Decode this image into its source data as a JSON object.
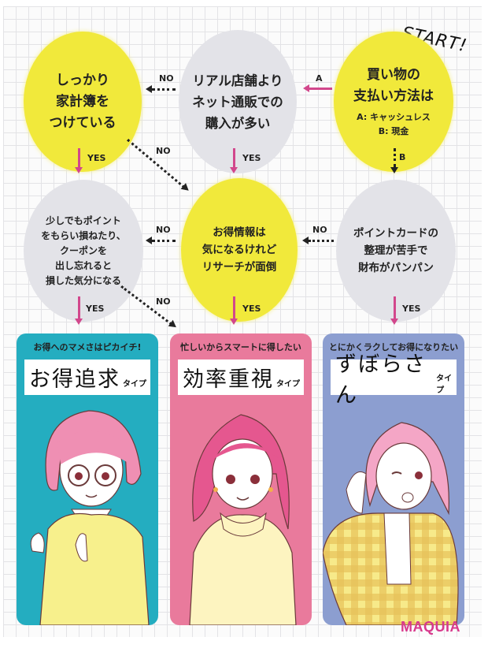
{
  "start_label": "START!",
  "colors": {
    "yellow": "#f1e93b",
    "gray": "#e3e3e8",
    "pink_arrow": "#d2478c",
    "card_teal": "#24adc0",
    "card_pink": "#e97a9c",
    "card_blue": "#8c9ed0",
    "logo": "#d8398c"
  },
  "nodes": {
    "start": {
      "lines": [
        "買い物の",
        "支払い方法は"
      ],
      "option_a": "A: キャッシュレス",
      "option_b": "B: 現金"
    },
    "online": {
      "lines": [
        "リアル店舗より",
        "ネット通販での",
        "購入が多い"
      ]
    },
    "budget": {
      "lines": [
        "しっかり",
        "家計簿を",
        "つけている"
      ]
    },
    "points_loss": {
      "lines": [
        "少しでもポイント",
        "をもらい損ねたり、",
        "クーポンを",
        "出し忘れると",
        "損した気分になる"
      ]
    },
    "research": {
      "lines": [
        "お得情報は",
        "気になるけれど",
        "リサーチが面倒"
      ]
    },
    "pointcard": {
      "lines": [
        "ポイントカードの",
        "整理が苦手で",
        "財布がパンパン"
      ]
    }
  },
  "edges": {
    "a": "A",
    "b": "B",
    "yes": "YES",
    "no": "NO"
  },
  "results": [
    {
      "tagline": "お得へのマメさはピカイチ!",
      "name": "お得追求",
      "suffix": "タイプ",
      "color": "#24adc0"
    },
    {
      "tagline": "忙しいからスマートに得したい",
      "name": "効率重視",
      "suffix": "タイプ",
      "color": "#e97a9c"
    },
    {
      "tagline": "とにかくラクしてお得になりたい",
      "name": "ずぼらさん",
      "suffix": "タイプ",
      "color": "#8c9ed0"
    }
  ],
  "logo": "MAQUIA"
}
